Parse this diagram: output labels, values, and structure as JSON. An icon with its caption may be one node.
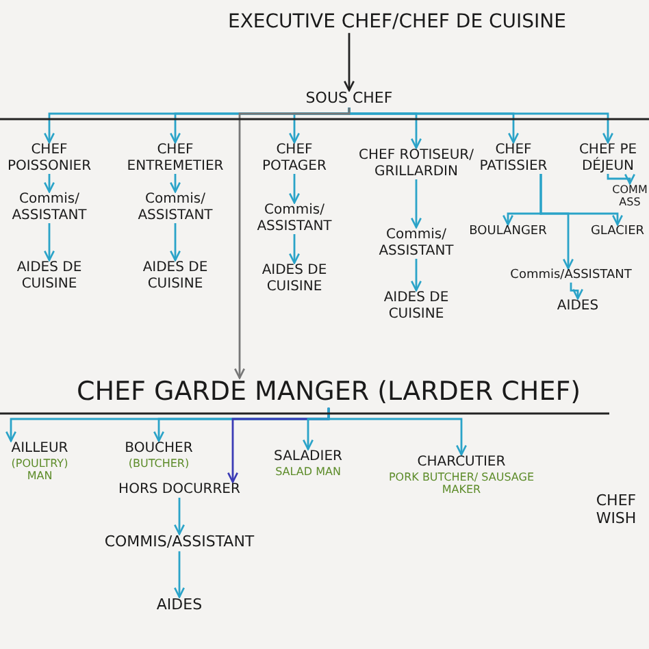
{
  "diagram": {
    "nodes": [
      {
        "text": [
          "EXECUTIVE CHEF/CHEF DE CUISINE"
        ]
      },
      {
        "text": [
          "SOUS CHEF"
        ]
      },
      {
        "text": [
          "CHEF POISSONIER"
        ]
      },
      {
        "text": [
          "CHEF ENTREMETIER"
        ]
      },
      {
        "text": [
          "CHEF POTAGER"
        ]
      },
      {
        "text": [
          "CHEF ROTISEUR/ GRILLARDIN"
        ]
      },
      {
        "text": [
          "CHEF PATISSIER"
        ]
      },
      {
        "text": [
          "CHEF PE DÉJEUN"
        ]
      },
      {
        "text": [
          "Commis/ ASSISTANT"
        ]
      },
      {
        "text": [
          "Commis/ ASSISTANT"
        ]
      },
      {
        "text": [
          "Commis/ ASSISTANT"
        ]
      },
      {
        "text": [
          "Commis/ ASSISTANT"
        ]
      },
      {
        "text": [
          "BOULANGER"
        ]
      },
      {
        "text": [
          "GLACIER"
        ]
      },
      {
        "text": [
          "Commis/ASSISTANT"
        ]
      },
      {
        "text": [
          "COMM ASS"
        ]
      },
      {
        "text": [
          "AIDES DE CUISINE"
        ]
      },
      {
        "text": [
          "AIDES DE CUISINE"
        ]
      },
      {
        "text": [
          "AIDES DE CUISINE"
        ]
      },
      {
        "text": [
          "AIDES DE CUISINE"
        ]
      },
      {
        "text": [
          "AIDES"
        ]
      },
      {
        "text": [
          "CHEF GARDE MANGER (LARDER CHEF)"
        ]
      },
      {
        "text": [
          "AILLEUR"
        ],
        "beside": [
          "(POULTRY) MAN"
        ]
      },
      {
        "text": [
          "BOUCHER"
        ],
        "beside": [
          "(BUTCHER)"
        ]
      },
      {
        "text": [
          "HORS DOCURRER"
        ]
      },
      {
        "text": [
          "SALADIER"
        ],
        "beside": [
          "SALAD MAN"
        ]
      },
      {
        "text": [
          "CHARCUTIER"
        ],
        "beside": [
          "PORK BUTCHER/ SAUSAGE MAKER"
        ]
      },
      {
        "text": [
          "COMMIS/ASSISTANT"
        ]
      },
      {
        "text": [
          "AIDES"
        ]
      },
      {
        "text": [
          "CHEF WISH"
        ]
      }
    ],
    "edges": [
      {
        "from": 0,
        "to": 1,
        "arrow": "to",
        "color": "#222222"
      },
      {
        "from": 1,
        "to": 2,
        "arrow": "to"
      },
      {
        "from": 1,
        "to": 3,
        "arrow": "to"
      },
      {
        "from": 1,
        "to": 4,
        "arrow": "to"
      },
      {
        "from": 1,
        "to": 5,
        "arrow": "to"
      },
      {
        "from": 1,
        "to": 6,
        "arrow": "to"
      },
      {
        "from": 1,
        "to": 7,
        "arrow": "to"
      },
      {
        "from": 1,
        "to": 21,
        "arrow": "to",
        "color": "#777777"
      },
      {
        "from": 2,
        "to": 8,
        "arrow": "to"
      },
      {
        "from": 3,
        "to": 9,
        "arrow": "to"
      },
      {
        "from": 4,
        "to": 10,
        "arrow": "to"
      },
      {
        "from": 5,
        "to": 11,
        "arrow": "to"
      },
      {
        "from": 6,
        "to": 12,
        "arrow": "to"
      },
      {
        "from": 6,
        "to": 13,
        "arrow": "to"
      },
      {
        "from": 6,
        "to": 14,
        "arrow": "to"
      },
      {
        "from": 7,
        "to": 15,
        "arrow": "to"
      },
      {
        "from": 8,
        "to": 16,
        "arrow": "to"
      },
      {
        "from": 9,
        "to": 17,
        "arrow": "to"
      },
      {
        "from": 10,
        "to": 18,
        "arrow": "to"
      },
      {
        "from": 11,
        "to": 19,
        "arrow": "to"
      },
      {
        "from": 14,
        "to": 20,
        "arrow": "to"
      },
      {
        "from": 21,
        "to": 22,
        "arrow": "to"
      },
      {
        "from": 21,
        "to": 23,
        "arrow": "to"
      },
      {
        "from": 21,
        "to": 24,
        "arrow": "to",
        "color": "#3a3ab5"
      },
      {
        "from": 21,
        "to": 25,
        "arrow": "to"
      },
      {
        "from": 21,
        "to": 26,
        "arrow": "to"
      },
      {
        "from": 24,
        "to": 27,
        "arrow": "to"
      },
      {
        "from": 27,
        "to": 28,
        "arrow": "to"
      }
    ]
  }
}
